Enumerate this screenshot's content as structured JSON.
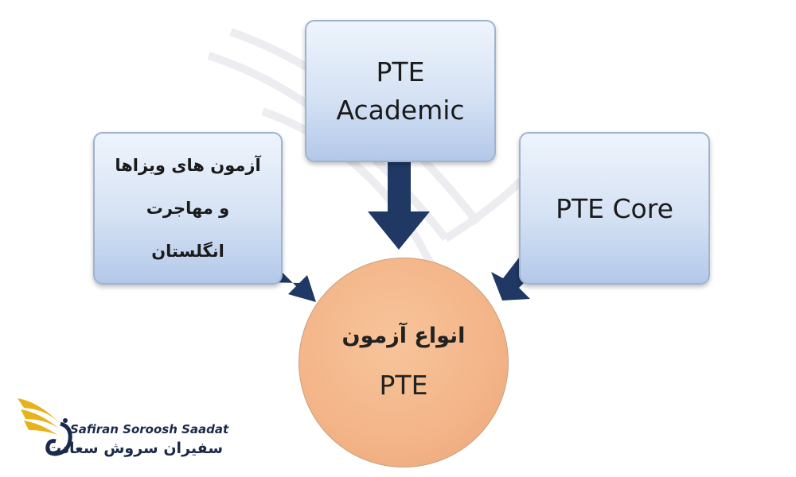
{
  "diagram": {
    "box_academic": {
      "line1": "PTE",
      "line2": "Academic"
    },
    "box_visa": {
      "line1": "آزمون های ویزاها",
      "line2": "و مهاجرت",
      "line3": "انگلستان"
    },
    "box_core": {
      "label": "PTE Core"
    },
    "center": {
      "line1": "انواع آزمون",
      "line2": "PTE"
    }
  },
  "logo": {
    "name_en": "Safiran Soroosh Saadat",
    "name_fa": "سفیران سروش سعادت"
  },
  "colors": {
    "box_border": "#9fb3cf",
    "box_fill_top": "#eef4fc",
    "box_fill_bottom": "#b3c8e9",
    "arrow": "#1f3864",
    "circle_fill": "#f3b488",
    "logo_gold": "#e8b21c",
    "logo_navy": "#1b2a4a"
  },
  "icons": [
    "feather-wing-watermark-icon",
    "logo-wing-icon"
  ]
}
